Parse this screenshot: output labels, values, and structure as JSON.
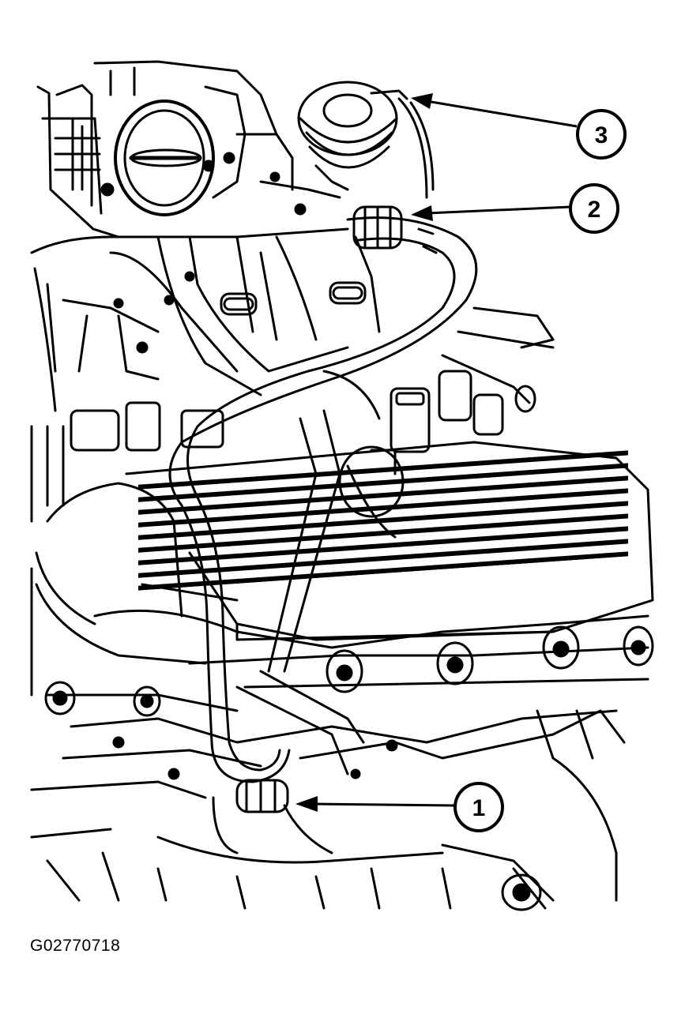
{
  "figure": {
    "figure_id": "G02770718",
    "line_color": "#000000",
    "background_color": "#ffffff"
  },
  "callouts": [
    {
      "label": "1"
    },
    {
      "label": "2"
    },
    {
      "label": "3"
    }
  ]
}
